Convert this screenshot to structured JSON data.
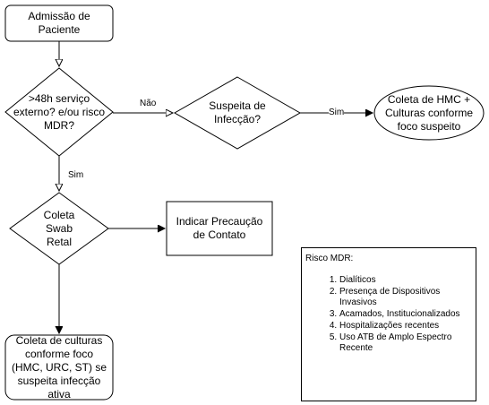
{
  "nodes": {
    "admissao": "Admissão de Paciente",
    "decisao48h": ">48h serviço externo? e/ou risco MDR?",
    "suspeita": "Suspeita de Infecção?",
    "coleta_hmc": "Coleta de HMC + Culturas conforme foco suspeito",
    "coleta_swab": "Coleta Swab Retal",
    "precaucao": "Indicar Precaução de Contato",
    "coleta_culturas": "Coleta de culturas conforme foco (HMC, URC, ST) se suspeita infecção ativa"
  },
  "edge_labels": {
    "nao": "Não",
    "sim_right": "Sim",
    "sim_down": "Sim"
  },
  "legend": {
    "title": "Risco MDR:",
    "items": [
      "Dialíticos",
      "Presença de Dispositivos Invasivos",
      "Acamados, Institucionalizados",
      "Hospitalizações recentes",
      "Uso ATB de Amplo Espectro Recente"
    ]
  }
}
